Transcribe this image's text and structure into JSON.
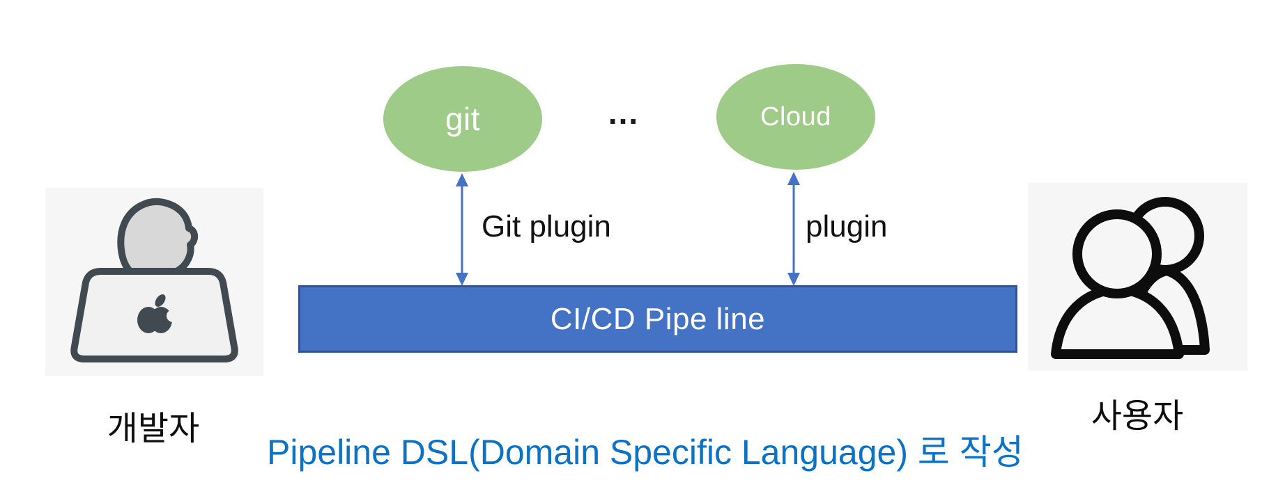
{
  "diagram": {
    "nodes": {
      "git": {
        "label": "git"
      },
      "cloud": {
        "label": "Cloud"
      },
      "pipeline": {
        "label": "CI/CD Pipe line"
      }
    },
    "ellipsis": "...",
    "edges": {
      "git_plugin": {
        "label": "Git plugin"
      },
      "cloud_plugin": {
        "label": "plugin"
      }
    },
    "actors": {
      "developer": {
        "label": "개발자"
      },
      "user": {
        "label": "사용자"
      }
    },
    "caption": "Pipeline DSL(Domain Specific Language) 로 작성",
    "colors": {
      "node_green": "#9fcb88",
      "bar_blue": "#4472c4",
      "bar_border": "#2e5294",
      "arrow_blue": "#4472c4",
      "caption_blue": "#0b72c6",
      "icon_tile_bg": "#f6f6f6",
      "icon_stroke_dark": "#414951",
      "text_black": "#111111"
    }
  }
}
